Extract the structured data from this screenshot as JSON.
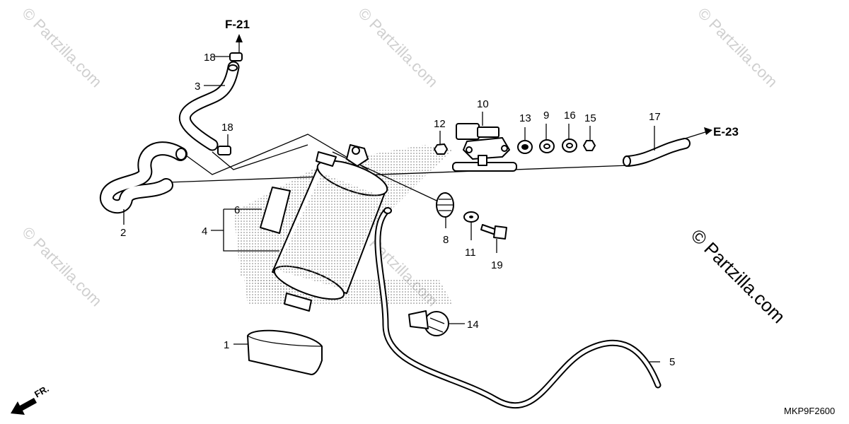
{
  "watermark": {
    "text": "© Partzilla.com",
    "large_text": "© Partzilla.com"
  },
  "diagram_code": "MKP9F2600",
  "references": {
    "f21": "F-21",
    "e23": "E-23",
    "fr": "FR."
  },
  "callouts": {
    "c1": "1",
    "c2": "2",
    "c3": "3",
    "c4": "4",
    "c5": "5",
    "c6": "6",
    "c8": "8",
    "c9": "9",
    "c10": "10",
    "c11": "11",
    "c12": "12",
    "c13": "13",
    "c14": "14",
    "c15": "15",
    "c16": "16",
    "c17": "17",
    "c18a": "18",
    "c18b": "18",
    "c19": "19"
  }
}
